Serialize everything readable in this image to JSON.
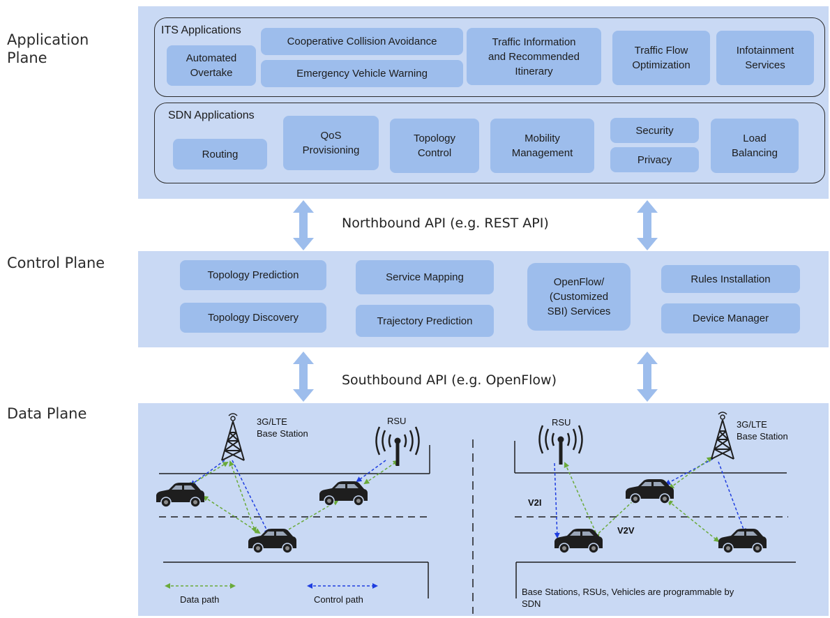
{
  "planes": {
    "application": "Application\nPlane",
    "control": "Control Plane",
    "data": "Data Plane"
  },
  "its": {
    "title": "ITS Applications",
    "items": [
      "Automated\nOvertake",
      "Cooperative Collision Avoidance",
      "Emergency  Vehicle Warning",
      "Traffic Information\nand Recommended\nItinerary",
      "Traffic Flow\nOptimization",
      "Infotainment\nServices"
    ]
  },
  "sdn": {
    "title": "SDN Applications",
    "items": [
      "Routing",
      "QoS\nProvisioning",
      "Topology\nControl",
      "Mobility\nManagement",
      "Security",
      "Privacy",
      "Load\nBalancing"
    ]
  },
  "apis": {
    "northbound": "Northbound API (e.g. REST API)",
    "southbound": "Southbound API (e.g. OpenFlow)"
  },
  "control": {
    "items": [
      "Topology Prediction",
      "Topology Discovery",
      "Service Mapping",
      "Trajectory Prediction",
      "OpenFlow/\n(Customized\nSBI) Services",
      "Rules Installation",
      "Device Manager"
    ]
  },
  "data_plane": {
    "bs_left": "3G/LTE\nBase Station",
    "bs_right": "3G/LTE\nBase Station",
    "rsu_left": "RSU",
    "rsu_right": "RSU",
    "v2i": "V2I",
    "v2v": "V2V",
    "legend_data": "Data path",
    "legend_control": "Control path",
    "note": "Base Stations,  RSUs,  Vehicles are programmable by\nSDN"
  },
  "colors": {
    "panel": "#c9d9f4",
    "box": "#9dbdec",
    "arrow": "#9dbdec",
    "data_path": "#6aaa3a",
    "control_path": "#1f3ee0"
  },
  "icons": [
    "tower-icon",
    "rsu-antenna-icon",
    "car-icon",
    "double-arrow-icon"
  ]
}
